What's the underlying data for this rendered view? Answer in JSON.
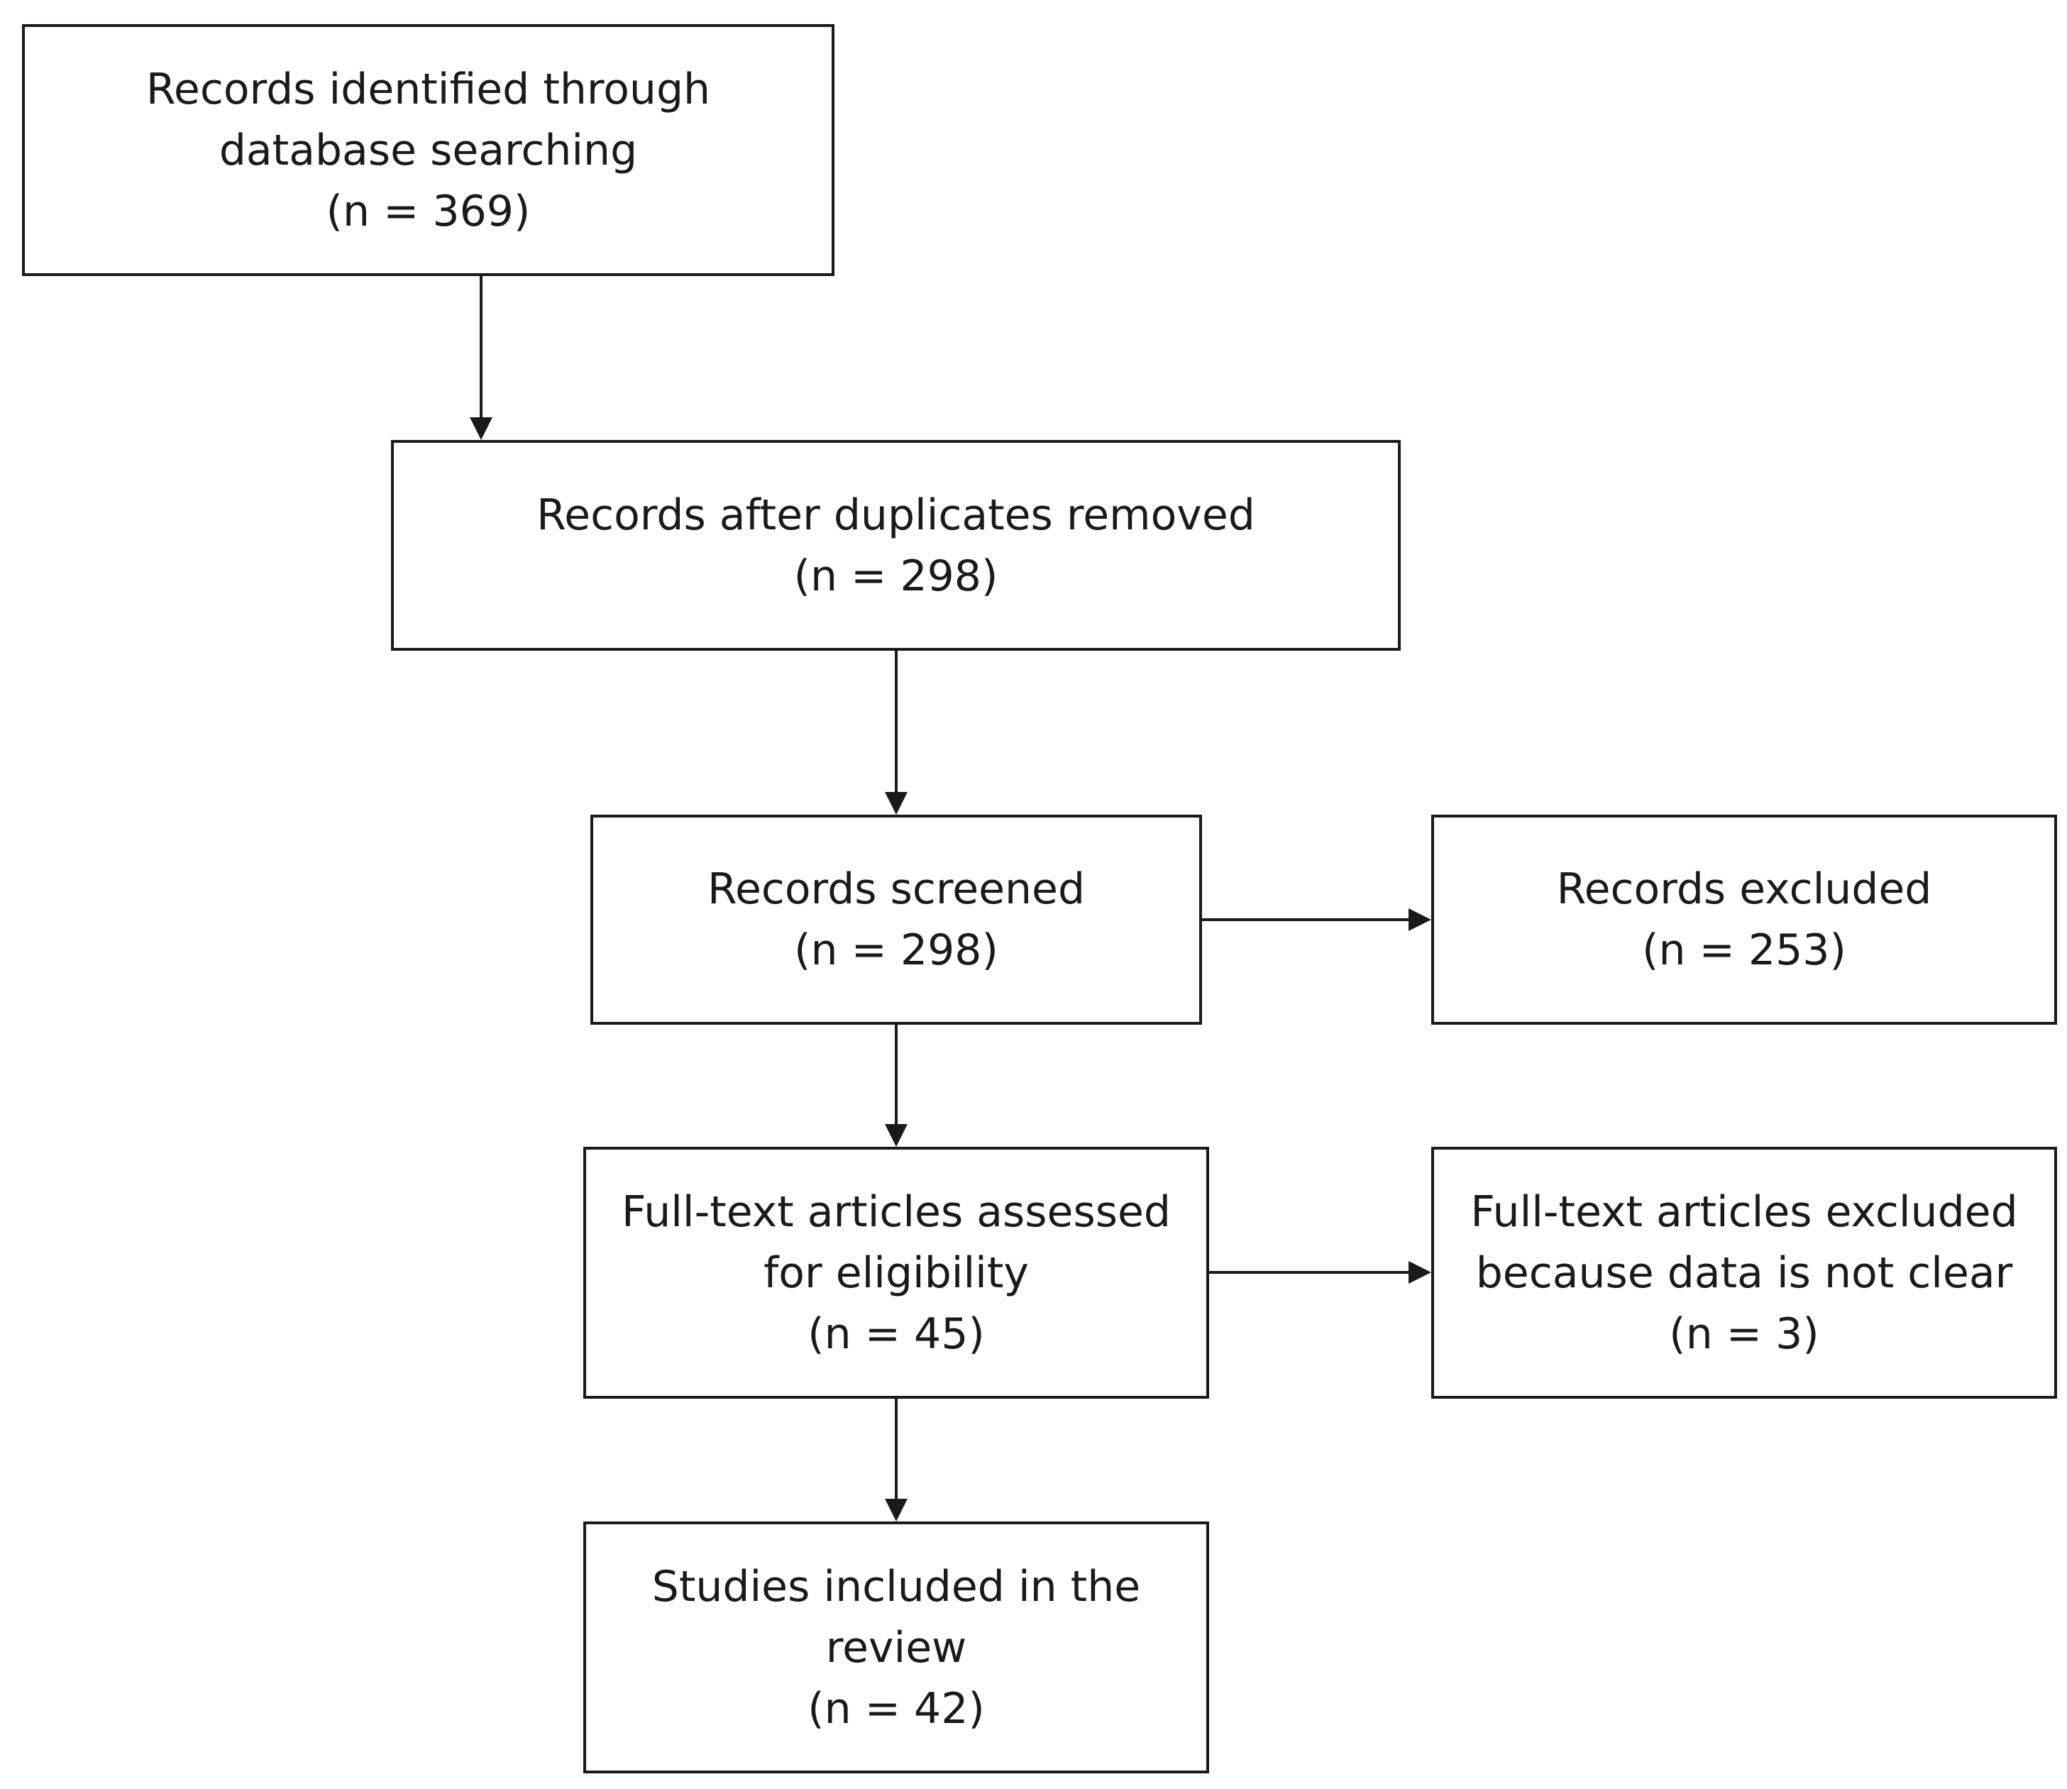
{
  "nodes": {
    "identified": {
      "lines": [
        "Records identified through",
        "database searching",
        "(n = 369)"
      ]
    },
    "deduplicated": {
      "lines": [
        "Records after duplicates removed",
        "(n = 298)"
      ]
    },
    "screened": {
      "lines": [
        "Records screened",
        "(n = 298)"
      ]
    },
    "excluded": {
      "lines": [
        "Records excluded",
        "(n = 253)"
      ]
    },
    "fulltext_assessed": {
      "lines": [
        "Full-text articles assessed",
        "for eligibility",
        "(n = 45)"
      ]
    },
    "fulltext_excluded": {
      "lines": [
        "Full-text articles excluded",
        "because data is not clear",
        "(n = 3)"
      ]
    },
    "included": {
      "lines": [
        "Studies included in the",
        "review",
        "(n = 42)"
      ]
    }
  },
  "edges": [
    {
      "from": "identified",
      "to": "deduplicated"
    },
    {
      "from": "deduplicated",
      "to": "screened"
    },
    {
      "from": "screened",
      "to": "excluded"
    },
    {
      "from": "screened",
      "to": "fulltext_assessed"
    },
    {
      "from": "fulltext_assessed",
      "to": "fulltext_excluded"
    },
    {
      "from": "fulltext_assessed",
      "to": "included"
    }
  ],
  "colors": {
    "line": "#1a1a1a",
    "box_fill": "#ffffff"
  }
}
